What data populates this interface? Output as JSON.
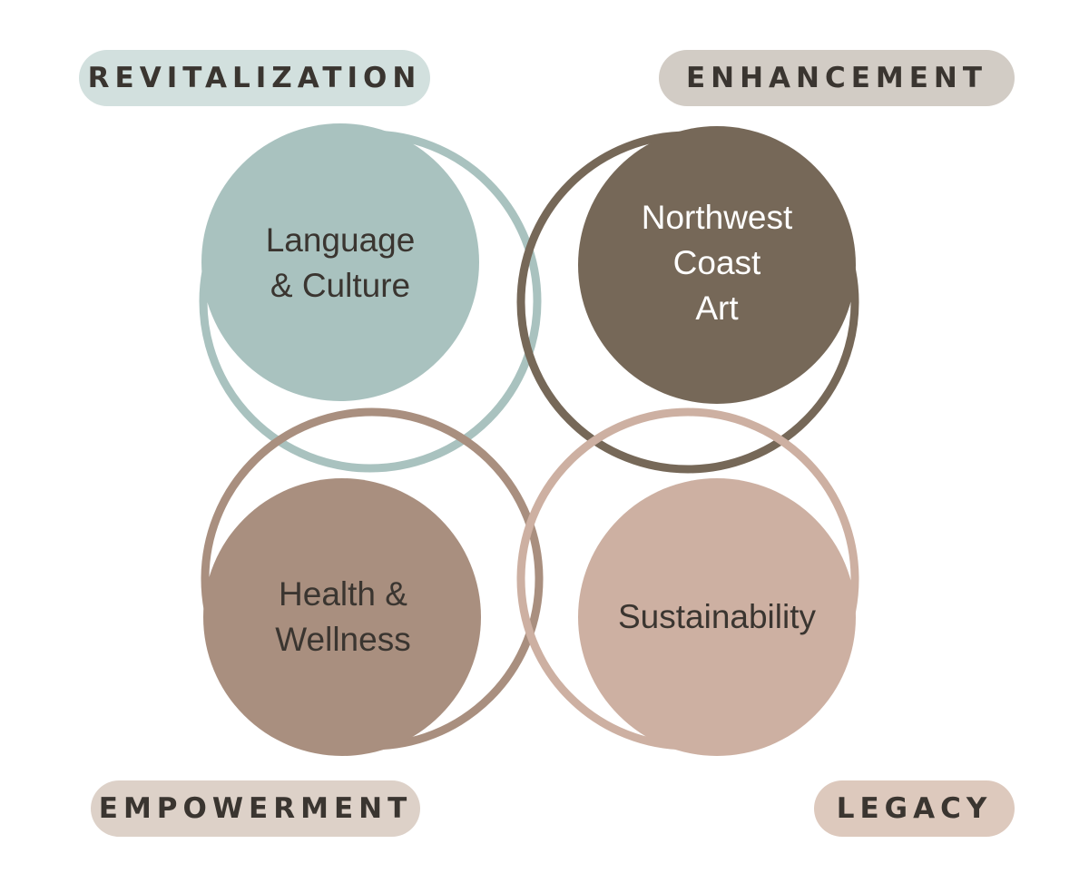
{
  "colors": {
    "teal": "#a9c2bf",
    "teal_pill": "#d2e0de",
    "dark_brown": "#766858",
    "grey_pill": "#d2ccc5",
    "brown": "#a98f7f",
    "brown_pill": "#ddd1c8",
    "pink": "#cdb0a2",
    "pink_pill": "#ddc9bd",
    "dark_text": "#3a3530",
    "light_text": "#ffffff"
  },
  "themes": {
    "revitalization": "REVITALIZATION",
    "enhancement": "ENHANCEMENT",
    "empowerment": "EMPOWERMENT",
    "legacy": "LEGACY"
  },
  "areas": {
    "language_culture": "Language\n& Culture",
    "northwest_coast_art": "Northwest\nCoast\nArt",
    "health_wellness": "Health &\nWellness",
    "sustainability": "Sustainability"
  }
}
